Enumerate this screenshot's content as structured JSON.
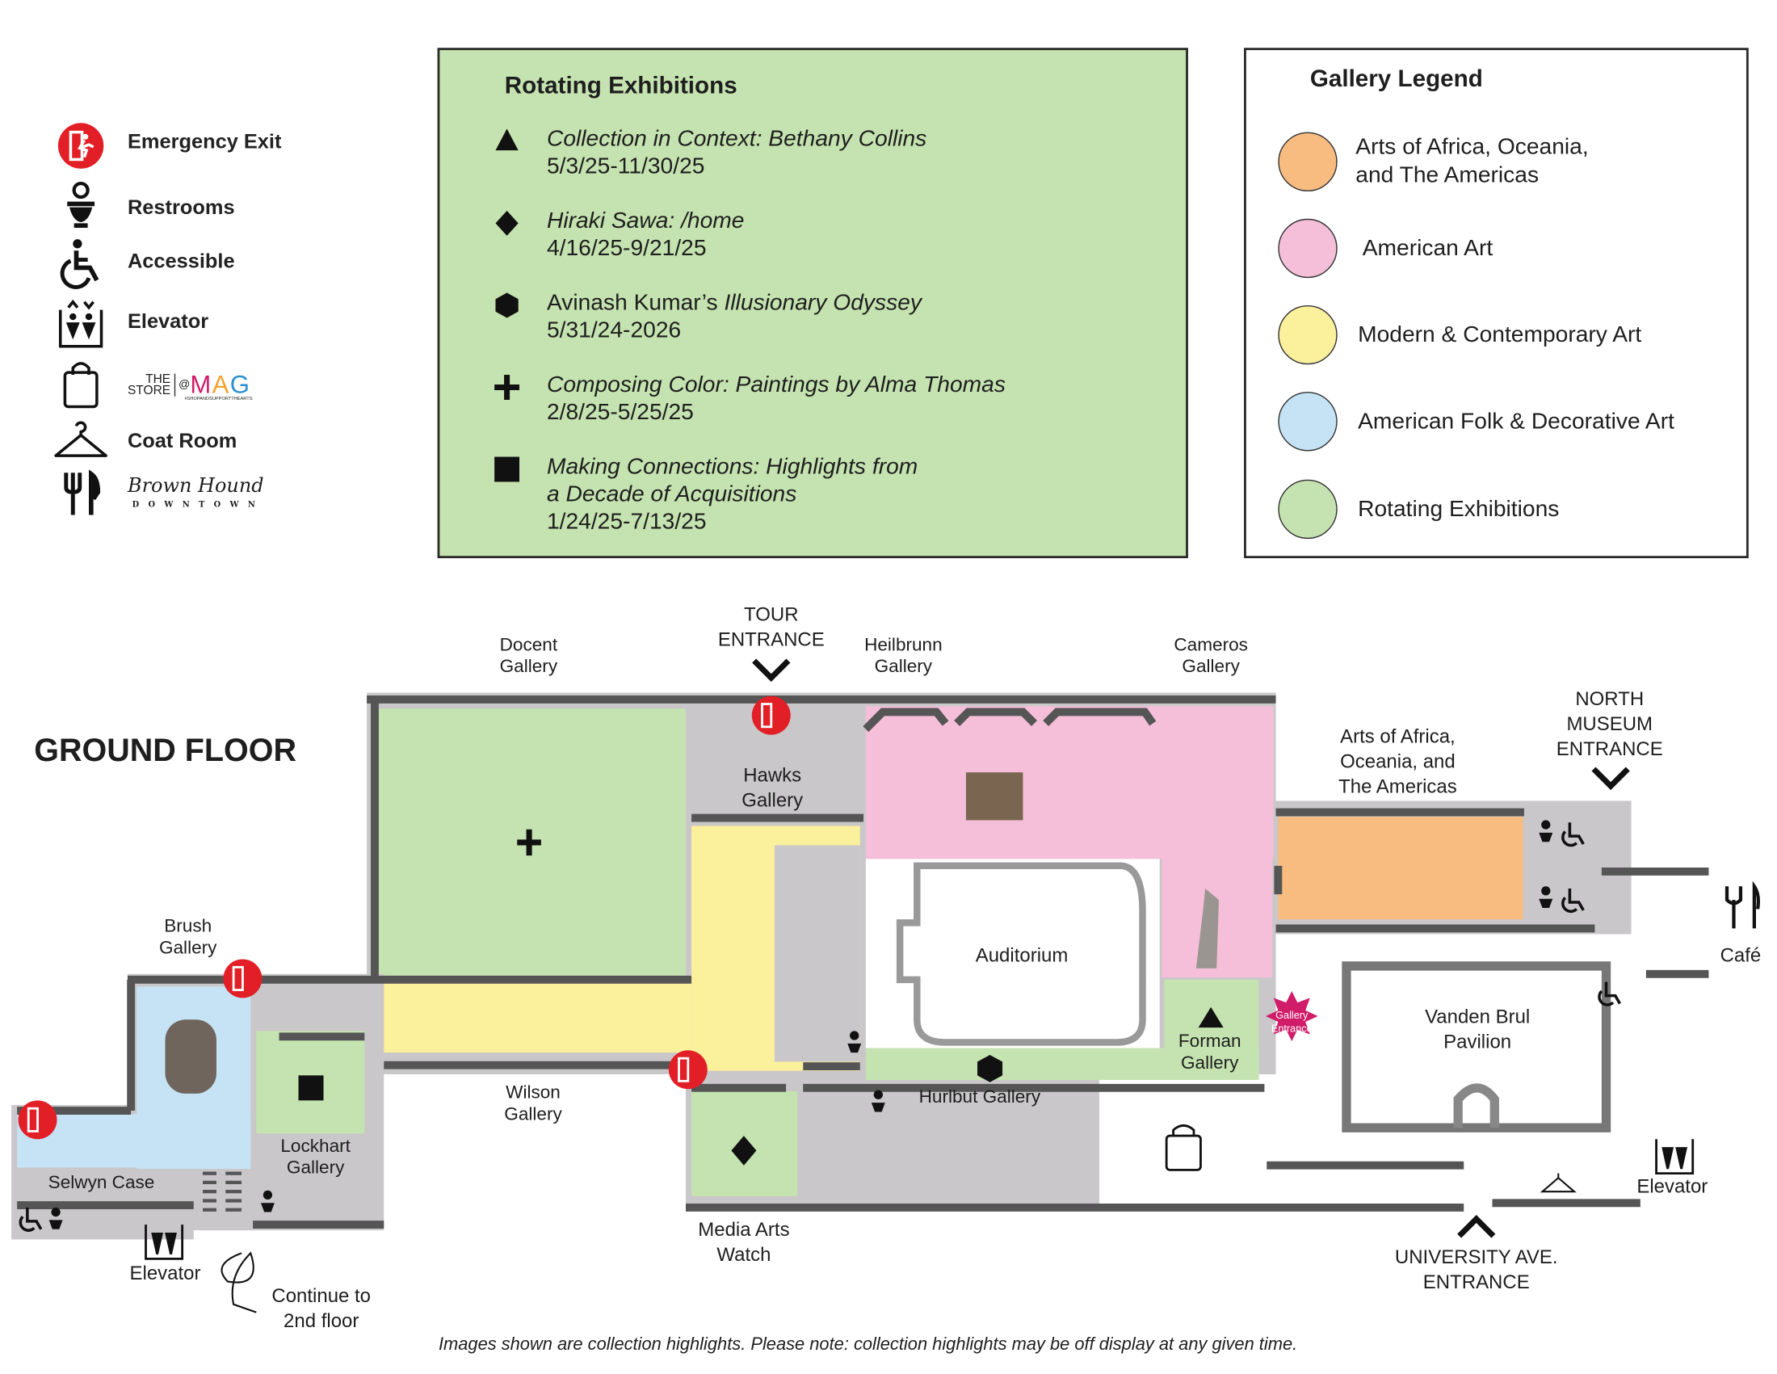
{
  "icon_legend": [
    {
      "icon": "emergency-exit-icon",
      "label": "Emergency Exit"
    },
    {
      "icon": "restroom-icon",
      "label": "Restrooms"
    },
    {
      "icon": "accessible-icon",
      "label": "Accessible"
    },
    {
      "icon": "elevator-icon",
      "label": "Elevator"
    },
    {
      "icon": "shopping-bag-icon",
      "label": "THE STORE @MAG",
      "sub": "#SHOPANDSUPPORTTHEARTS"
    },
    {
      "icon": "coat-hanger-icon",
      "label": "Coat Room"
    },
    {
      "icon": "fork-knife-icon",
      "label": "Brown Hound",
      "sub": "DOWNTOWN"
    }
  ],
  "rotating": {
    "title": "Rotating Exhibitions",
    "items": [
      {
        "marker": "triangle",
        "title": "Collection in Context: Bethany Collins",
        "dates": "5/3/25-11/30/25"
      },
      {
        "marker": "diamond",
        "title": "Hiraki Sawa: /home",
        "dates": "4/16/25-9/21/25"
      },
      {
        "marker": "hexagon",
        "prefix": "Avinash Kumar’s ",
        "title": "Illusionary Odyssey",
        "dates": "5/31/24-2026"
      },
      {
        "marker": "plus",
        "title": "Composing Color: Paintings by Alma Thomas",
        "dates": "2/8/25-5/25/25"
      },
      {
        "marker": "square",
        "title": "Making Connections: Highlights from",
        "title2": "a Decade of Acquisitions",
        "dates": "1/24/25-7/13/25"
      }
    ]
  },
  "gallery_legend": {
    "title": "Gallery Legend",
    "items": [
      {
        "label": "Arts of Africa, Oceania,",
        "label2": "and The Americas",
        "color": "#f9bc80"
      },
      {
        "label": "American Art",
        "color": "#f5bfd9"
      },
      {
        "label": "Modern & Contemporary Art",
        "color": "#fbf09c"
      },
      {
        "label": "American Folk & Decorative Art",
        "color": "#c5e3f5"
      },
      {
        "label": "Rotating Exhibitions",
        "color": "#c5e3b0"
      }
    ]
  },
  "map": {
    "floor_title": "GROUND FLOOR",
    "labels": {
      "docent": "Docent\nGallery",
      "tour": "TOUR\nENTRANCE",
      "heilbrunn": "Heilbrunn\nGallery",
      "cameros": "Cameros\nGallery",
      "hawks": "Hawks\nGallery",
      "africa": "Arts of Africa,\nOceania, and\nThe Americas",
      "north": "NORTH\nMUSEUM\nENTRANCE",
      "cafe": "Café",
      "auditorium": "Auditorium",
      "brush": "Brush\nGallery",
      "forman": "Forman\nGallery",
      "gallery_entrance": "Gallery\nEntrance",
      "vanden": "Vanden Brul\nPavilion",
      "wilson": "Wilson\nGallery",
      "hurlbut": "Hurlbut Gallery",
      "lockhart": "Lockhart\nGallery",
      "selwyn": "Selwyn Case",
      "elevator_left": "Elevator",
      "elevator_right": "Elevator",
      "continue": "Continue to\n2nd floor",
      "media": "Media Arts\nWatch",
      "university": "UNIVERSITY AVE.\nENTRANCE"
    }
  },
  "footnote": "Images shown are collection highlights. Please note: collection highlights may be off display at any given time."
}
